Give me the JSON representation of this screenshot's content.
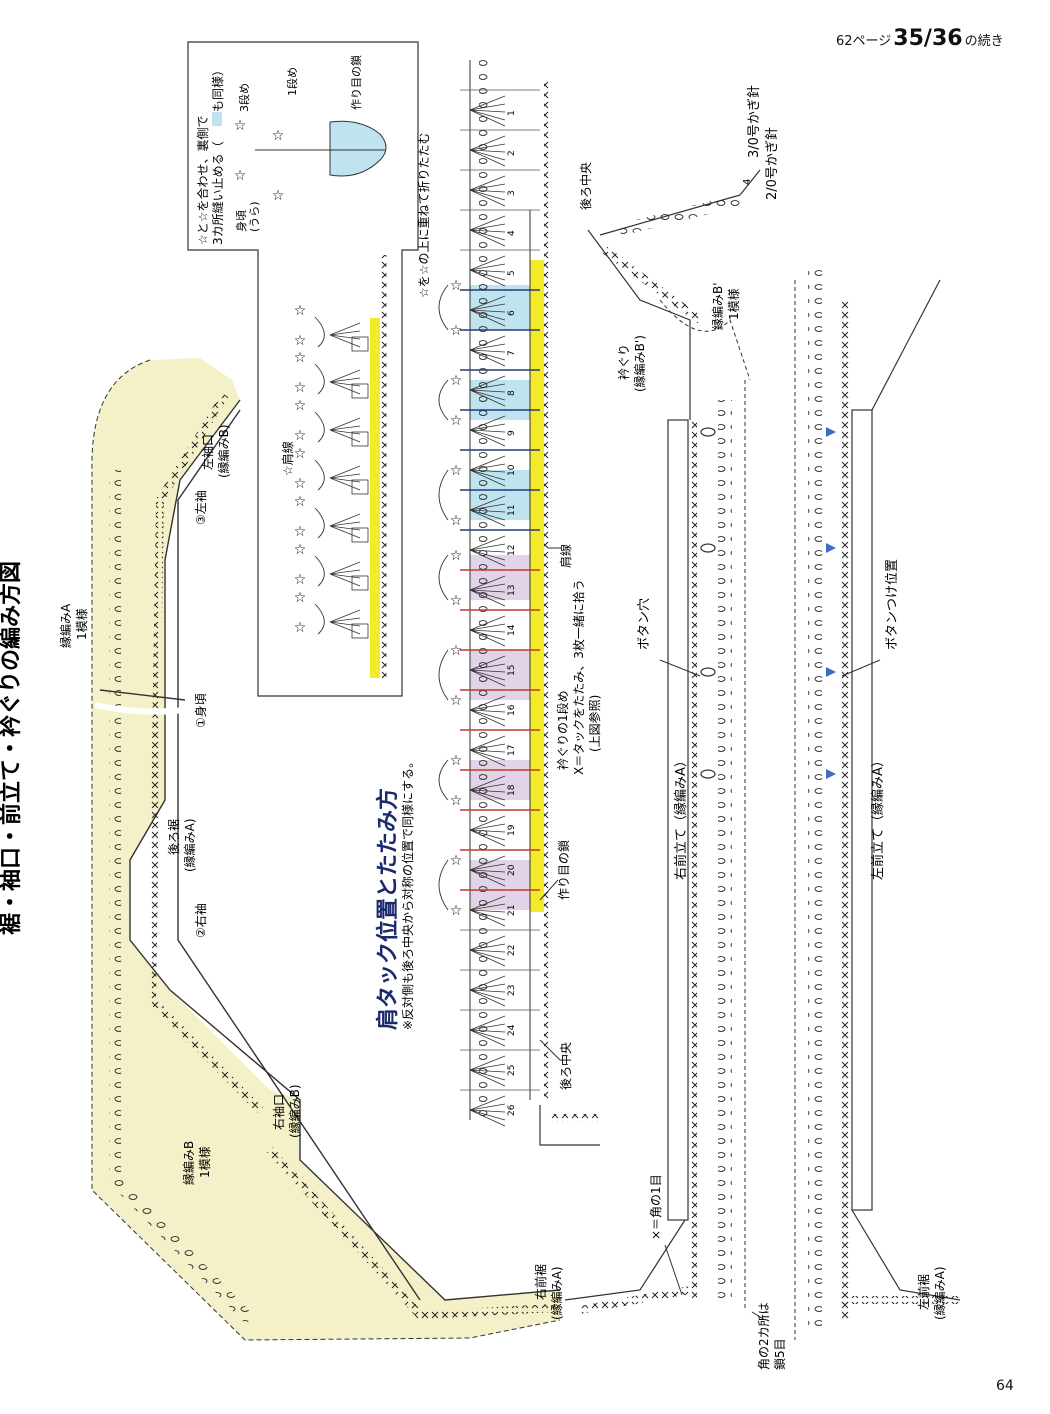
{
  "header": {
    "prefix": "62ページ",
    "pattern_nos": "35/36",
    "suffix": "の続き"
  },
  "page_number": "64",
  "main_title": "裾・袖口・前立て・衿ぐりの編み方図",
  "tuck": {
    "title": "肩タック位置とたたみ方",
    "note": "※反対側も後ろ中央から対称の位置で同様にする。"
  },
  "inset": {
    "fold_note": "☆を☆の上に重ねて折りたたむ",
    "sew_note_1": "☆と☆を合わせ、裏側で",
    "sew_note_2": "3カ所縫い止める（",
    "sew_note_3": "も同様）",
    "body_label": "身頃",
    "body_label_2": "(うら)",
    "row3": "3段め",
    "row1": "1段め",
    "foundation": "作り目の鎖",
    "shoulder": "☆肩線"
  },
  "labels": {
    "border_a_repeat_1": "縁編みA",
    "border_a_repeat_2": "1模様",
    "body_1": "①身頃",
    "left_sleeve": "③左袖",
    "left_cuff_1": "左袖口",
    "left_cuff_2": "(縁編みB)",
    "back_hem_1": "後ろ裾",
    "back_hem_2": "(縁編みA)",
    "right_sleeve": "②右袖",
    "right_cuff_1": "右袖口",
    "right_cuff_2": "(縁編みB)",
    "border_b_repeat_1": "縁編みB",
    "border_b_repeat_2": "1模様",
    "right_front_hem_1": "右前裾",
    "right_front_hem_2": "(縁編みA)",
    "corner_note_1": "角の2カ所は",
    "corner_note_2": "鎖5目",
    "corner_stitch": "×＝角の1目",
    "right_band": "右前立て（縁編みA）",
    "left_band": "左前立て（縁編みA）",
    "buttonhole": "ボタン穴",
    "button_pos": "ボタンつけ位置",
    "neckline_1": "衿ぐり",
    "neckline_2": "(縁編みB')",
    "border_b2_repeat_1": "縁編みB'",
    "border_b2_repeat_2": "1模様",
    "back_center_top": "後ろ中央",
    "back_center_bottom": "後ろ中央",
    "hook_1": "3/0号かぎ針",
    "hook_2": "2/0号かぎ針",
    "left_front_hem_1": "左前裾",
    "left_front_hem_2": "(縁編みA)",
    "shoulder_line": "肩線",
    "foundation_chain": "作り目の鎖",
    "neck_row_1": "衿ぐりの1段め",
    "neck_row_2": "X＝タックをたたみ、3枚一緒に拾う",
    "neck_row_3": "(上図参照)",
    "four": "4"
  },
  "tuck_numbers": [
    "1",
    "2",
    "3",
    "4",
    "5",
    "6",
    "7",
    "8",
    "9",
    "10",
    "11",
    "12",
    "13",
    "14",
    "15",
    "16",
    "17",
    "18",
    "19",
    "20",
    "21",
    "22",
    "23",
    "24",
    "25",
    "26"
  ],
  "colors": {
    "yellow_band": "#f3ea2a",
    "blue_tuck": "#bfe3ef",
    "pink_tuck": "#e2d4e8",
    "cream_border": "#f4f1c8",
    "red_line": "#c0392b",
    "navy_line": "#243a7a",
    "button_blue": "#3a6fc4"
  }
}
